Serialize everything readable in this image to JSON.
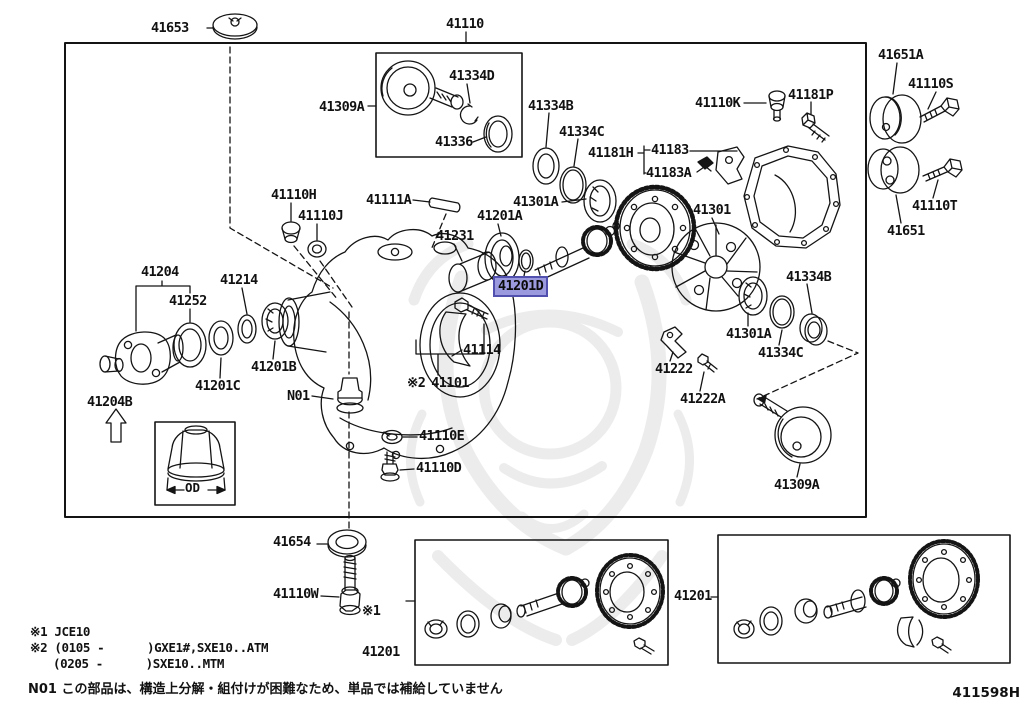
{
  "doc_number": "411598H",
  "od_inset": {
    "label": "OD"
  },
  "prefixes": {
    "star1": "※1",
    "star2": "※2"
  },
  "highlight": {
    "fill": "#9b9ade",
    "border": "#5150ae"
  },
  "parts": {
    "41653": "41653",
    "41110": "41110",
    "41309A": "41309A",
    "41334D": "41334D",
    "41336": "41336",
    "41334B": "41334B",
    "41334C": "41334C",
    "41181H": "41181H",
    "41183": "41183",
    "41183A": "41183A",
    "41110K": "41110K",
    "41181P": "41181P",
    "41651A": "41651A",
    "41110S": "41110S",
    "41110T": "41110T",
    "41651": "41651",
    "41110H": "41110H",
    "41110J": "41110J",
    "41111A": "41111A",
    "41231": "41231",
    "41201A": "41201A",
    "41301A": "41301A",
    "41301": "41301",
    "41201D": "41201D",
    "41204": "41204",
    "41252": "41252",
    "41214": "41214",
    "41204B": "41204B",
    "41201C": "41201C",
    "41201B": "41201B",
    "N01": "N01",
    "41114": "41114",
    "41101": "41101",
    "41110E": "41110E",
    "41110D": "41110D",
    "41222": "41222",
    "41222A": "41222A",
    "41654": "41654",
    "41110W": "41110W",
    "41201": "41201"
  },
  "notes": {
    "note1": "※1 JCE10",
    "note2": "※2 (0105 -      )GXE1#,SXE10..ATM",
    "note3": "(0205 -      )SXE10..MTM",
    "note4": "N01 この部品は、構造上分解・組付けが困難なため、単品では補給していません"
  }
}
